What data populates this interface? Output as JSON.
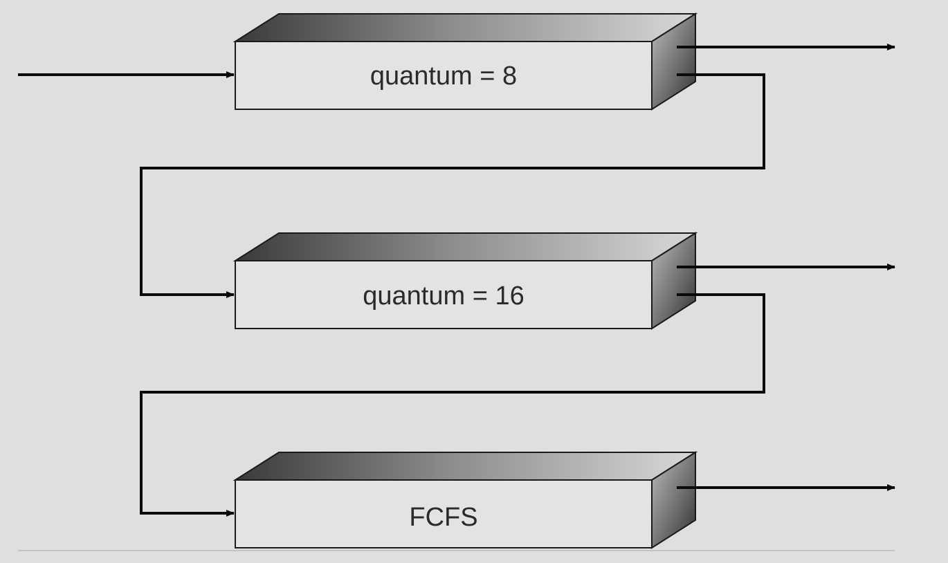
{
  "diagram": {
    "queues": [
      {
        "label": "quantum = 8"
      },
      {
        "label": "quantum = 16"
      },
      {
        "label": "FCFS"
      }
    ],
    "colors": {
      "background": "#dfdfdd",
      "box_front": "#e3e3e3",
      "outline": "#1a1a1a",
      "arrow": "#0a0a0a"
    }
  }
}
